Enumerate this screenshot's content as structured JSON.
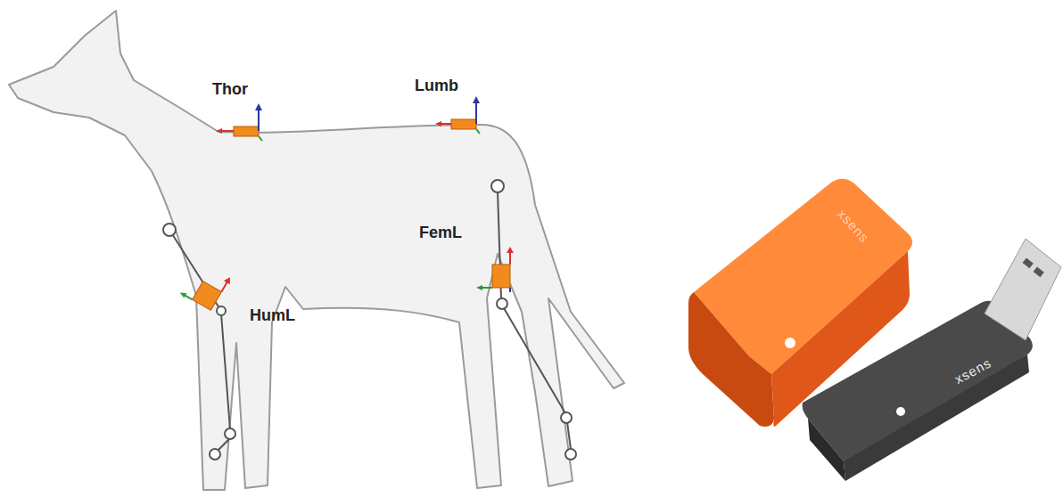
{
  "diagram": {
    "labels": [
      "Thor",
      "Lumb",
      "FemL",
      "HumL",
      "xsens",
      "xsens"
    ]
  }
}
